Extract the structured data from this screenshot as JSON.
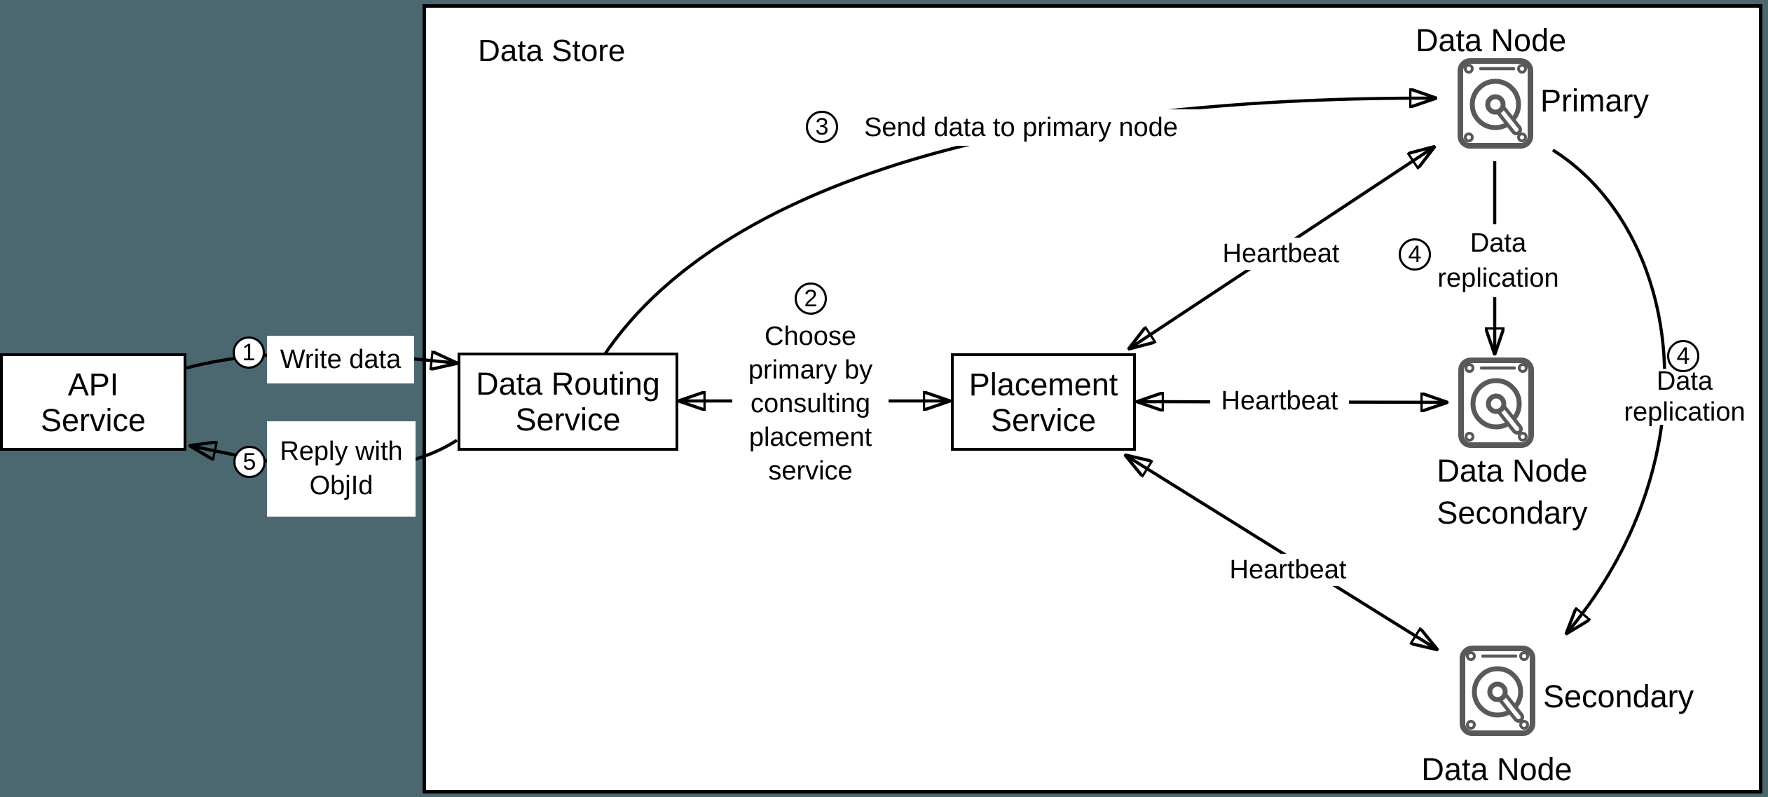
{
  "diagram": {
    "title": "Data Store",
    "colors": {
      "background": "#4b6870",
      "box_fill": "#ffffff",
      "line": "#000000",
      "icon": "#595959"
    },
    "nodes": {
      "api": {
        "line1": "API",
        "line2": "Service"
      },
      "routing": {
        "line1": "Data Routing",
        "line2": "Service"
      },
      "placement": {
        "line1": "Placement",
        "line2": "Service"
      },
      "primary": {
        "title": "Data Node",
        "role": "Primary"
      },
      "secondary_mid": {
        "title": "Data Node",
        "role": "Secondary"
      },
      "secondary_bottom": {
        "title": "Data Node",
        "role": "Secondary"
      }
    },
    "flows": {
      "write_data": {
        "step": "1",
        "label": "Write data"
      },
      "choose_primary": {
        "step": "2",
        "lines": [
          "Choose",
          "primary by",
          "consulting",
          "placement",
          "service"
        ]
      },
      "send_primary": {
        "step": "3",
        "label": "Send data to primary node"
      },
      "replication_mid": {
        "step": "4",
        "line1": "Data",
        "line2": "replication"
      },
      "replication_bottom": {
        "step": "4",
        "line1": "Data",
        "line2": "replication"
      },
      "reply": {
        "step": "5",
        "line1": "Reply with",
        "line2": "ObjId"
      },
      "heartbeat_primary": "Heartbeat",
      "heartbeat_mid": "Heartbeat",
      "heartbeat_bottom": "Heartbeat"
    },
    "icon_name": "hard-disk-icon"
  }
}
